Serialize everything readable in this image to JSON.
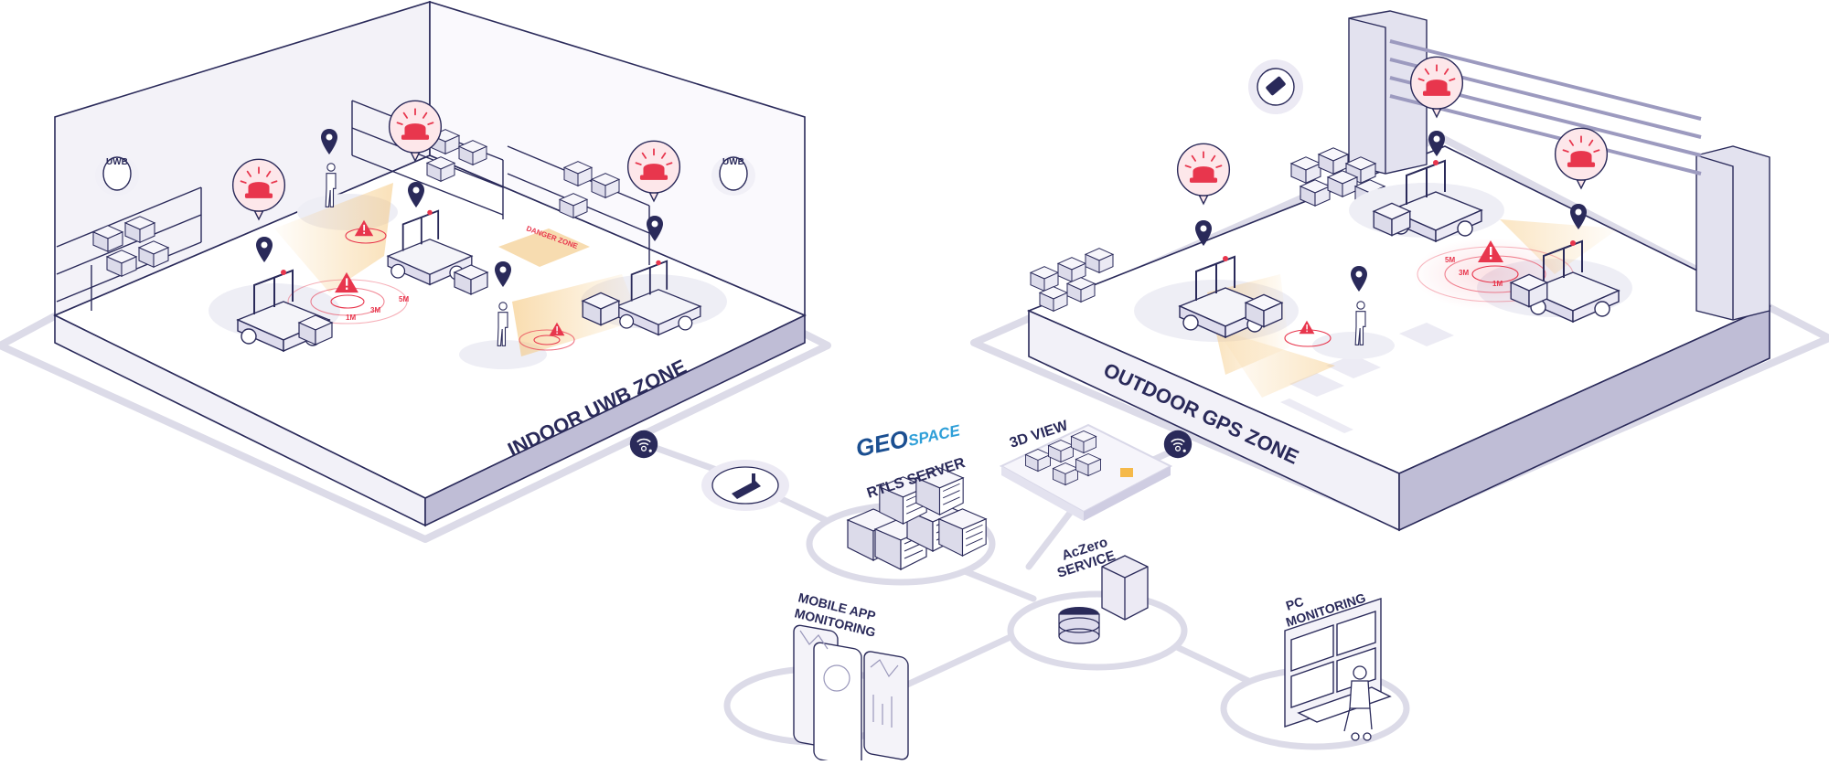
{
  "zones": {
    "indoor": {
      "prefix": "INDOOR ",
      "tech": "UWB",
      "suffix": " ZONE"
    },
    "outdoor": {
      "prefix": "OUTDOOR ",
      "tech": "GPS",
      "suffix": " ZONE"
    }
  },
  "anchors": {
    "uwb_left": "UWB",
    "uwb_right": "UWB"
  },
  "indoor_labels": {
    "danger_zone": "DANGER ZONE",
    "ring_5m": "5M",
    "ring_3m": "3M",
    "ring_1m": "1M"
  },
  "outdoor_labels": {
    "ring_5m": "5M",
    "ring_3m": "3M",
    "ring_1m": "1M"
  },
  "brand": {
    "geo": "GEO",
    "space": "SPACE",
    "geo_color": "#1b4f91",
    "space_color": "#2f9fd8"
  },
  "nodes": {
    "rtls_server": "RTLS SERVER",
    "view_3d": "3D VIEW",
    "aczero_line1": "AcZero",
    "aczero_line2": "SERVICE",
    "mobile_line1": "MOBILE APP",
    "mobile_line2": "MONITORING",
    "pc_line1": "PC",
    "pc_line2": "MONITORING"
  },
  "icons": {
    "network": "wifi-network-icon",
    "gateway": "gateway-icon",
    "satellite": "satellite-icon",
    "pin": "location-pin-icon",
    "alarm": "alarm-siren-icon",
    "warning": "warning-triangle-icon"
  },
  "colors": {
    "navy": "#2a2a5a",
    "wall": "#e9e8f2",
    "wall_side": "#bfbdd6",
    "alert_red": "#e8364d",
    "alert_pink": "#fbe0e3",
    "beam": "#f5c67a",
    "ring": "#d9d8e8"
  }
}
